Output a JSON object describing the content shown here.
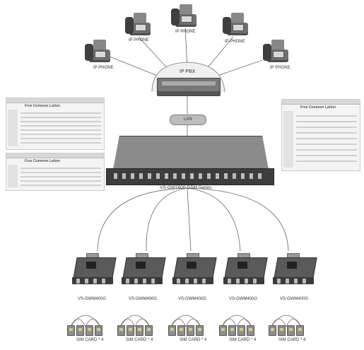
{
  "phones": {
    "label": "IP PHONE"
  },
  "pbx": {
    "label": "IP PBX"
  },
  "lan": {
    "label": "LAN"
  },
  "gateway": {
    "label": "VS-GW1600 GSM Series"
  },
  "modules": {
    "label": "VS-GWM400G"
  },
  "sims": {
    "label": "SIM CARD * 4"
  },
  "screenshots": {
    "brand": "Free Common Lation"
  }
}
